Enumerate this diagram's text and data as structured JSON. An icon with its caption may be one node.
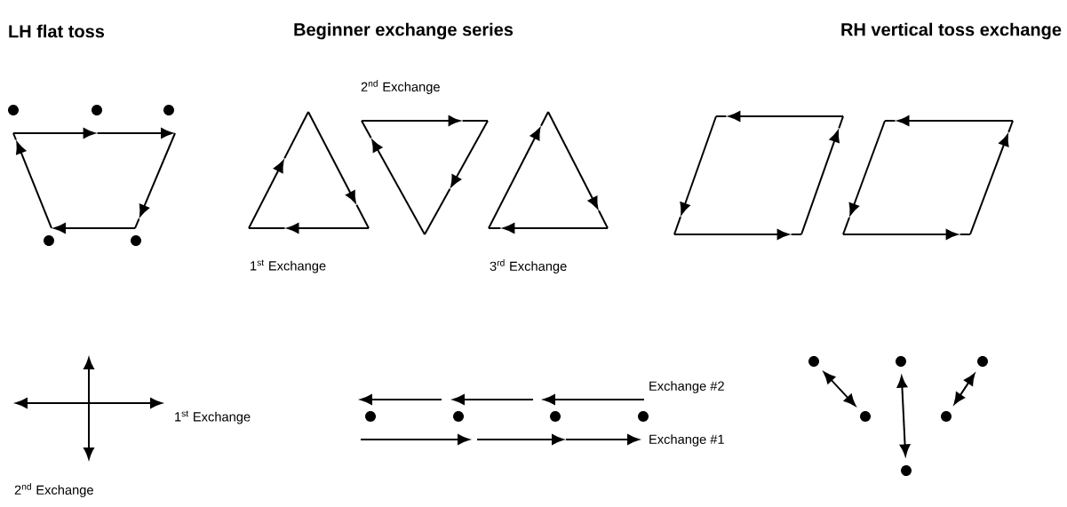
{
  "diagram": {
    "nodes": [
      {
        "text": [],
        "shape": "circle"
      },
      {
        "text": [],
        "shape": "circle"
      },
      {
        "text": [],
        "shape": "circle"
      },
      {
        "text": [],
        "shape": "circle"
      },
      {
        "text": [],
        "shape": "circle"
      },
      {
        "text": [],
        "shape": "circle"
      },
      {
        "text": [],
        "shape": "circle"
      },
      {
        "text": [],
        "shape": "circle"
      },
      {
        "text": [],
        "shape": "circle"
      },
      {
        "text": [],
        "shape": "circle"
      },
      {
        "text": [],
        "shape": "circle"
      },
      {
        "text": [],
        "shape": "circle"
      },
      {
        "text": [],
        "shape": "circle"
      },
      {
        "text": [],
        "shape": "circle"
      },
      {
        "text": [],
        "shape": "circle"
      }
    ],
    "edges": [
      {
        "from": 9,
        "to": 12,
        "arrow": "both"
      },
      {
        "from": 10,
        "to": 14,
        "arrow": "both"
      },
      {
        "from": 13,
        "to": 11,
        "arrow": "both"
      }
    ],
    "labels": [
      "LH flat toss",
      "Beginner exchange series",
      "RH vertical toss exchange",
      "2$^{nd}$ Exchange",
      "1$^{st}$ Exchange",
      "3$^{rd}$ Exchange",
      "Exchange #2",
      "1$^{st}$ Exchange",
      "Exchange #1",
      "2$^{nd}$ Exchange"
    ]
  }
}
